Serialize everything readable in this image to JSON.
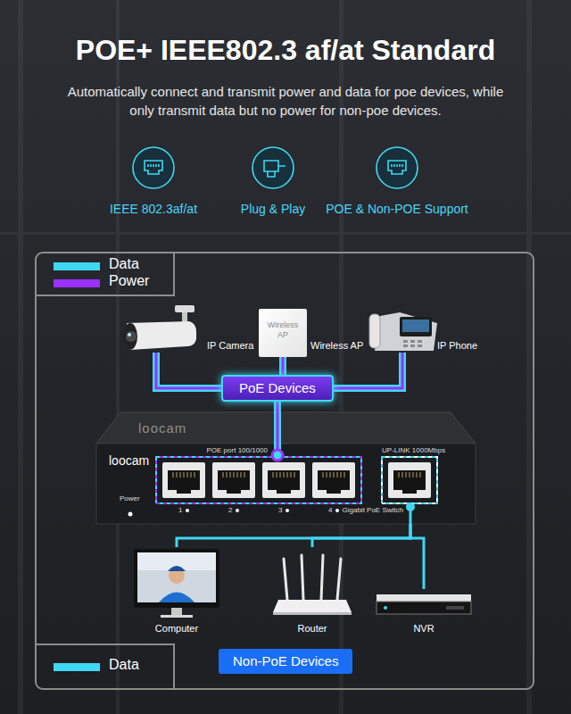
{
  "diagram": {
    "title": "POE+ IEEE802.3 af/at Standard",
    "nodes": [
      {
        "text": [
          "IP Camera"
        ]
      },
      {
        "text": [
          "Wireless AP",
          "Wireless AP"
        ]
      },
      {
        "text": [
          "IP Phone"
        ]
      },
      {
        "text": [
          "PoE Devices"
        ]
      },
      {
        "text": [
          "loocam",
          "loocam",
          "POE port 100/1000",
          "UP-LINK 1000Mbps",
          "Power",
          "1",
          "2",
          "3",
          "4",
          "Gigabit PoE Switch"
        ]
      },
      {
        "text": [
          "Computer"
        ]
      },
      {
        "text": [
          "Router"
        ]
      },
      {
        "text": [
          "NVR"
        ]
      },
      {
        "text": [
          "Non-PoE Devices"
        ]
      }
    ],
    "edges": [
      {
        "from": 0,
        "to": 3,
        "arrow": "none"
      },
      {
        "from": 1,
        "to": 3,
        "arrow": "none"
      },
      {
        "from": 2,
        "to": 3,
        "arrow": "none"
      },
      {
        "from": 3,
        "to": 4,
        "arrow": "none"
      },
      {
        "from": 4,
        "to": 5,
        "arrow": "none"
      },
      {
        "from": 4,
        "to": 6,
        "arrow": "none"
      },
      {
        "from": 4,
        "to": 7,
        "arrow": "none"
      }
    ],
    "labels": [
      "Automatically connect and transmit power and data for poe devices, while only transmit data but no power for non-poe devices.",
      "IEEE 802.3af/at",
      "Plug & Play",
      "POE & Non-POE Support"
    ],
    "legend": [
      {
        "text": "Data",
        "color": "#3fd8f2"
      },
      {
        "text": "Power",
        "color": "#9b30ff"
      },
      {
        "text": "Data",
        "color": "#3fd8f2"
      }
    ]
  }
}
